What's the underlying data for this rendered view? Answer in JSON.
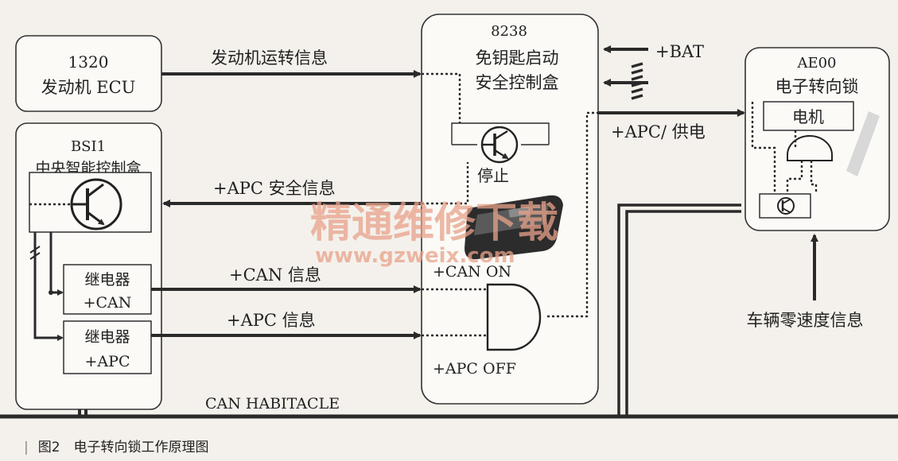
{
  "ecu": {
    "id": "1320",
    "name": "发动机 ECU"
  },
  "bsi": {
    "id": "BSI1",
    "name": "中央智能控制盒"
  },
  "keyless": {
    "id": "8238",
    "line1": "免钥匙启动",
    "line2": "安全控制盒",
    "stop": "停止",
    "can_on": "+CAN ON",
    "apc_off": "+APC OFF"
  },
  "lock": {
    "id": "AE00",
    "name": "电子转向锁",
    "motor": "电机"
  },
  "relay_can": {
    "l1": "继电器",
    "l2": "+CAN"
  },
  "relay_apc": {
    "l1": "继电器",
    "l2": "+APC"
  },
  "signals": {
    "engine_running": "发动机运转信息",
    "apc_safety": "+APC 安全信息",
    "can_info": "+CAN 信息",
    "apc_info": "+APC 信息",
    "bat": "+BAT",
    "apc_power": "+APC/ 供电",
    "zero_speed": "车辆零速度信息",
    "bus": "CAN HABITACLE"
  },
  "watermark": {
    "cn": "精通维修下载",
    "url": "www.gzweix.com"
  },
  "caption": "图2　电子转向锁工作原理图"
}
